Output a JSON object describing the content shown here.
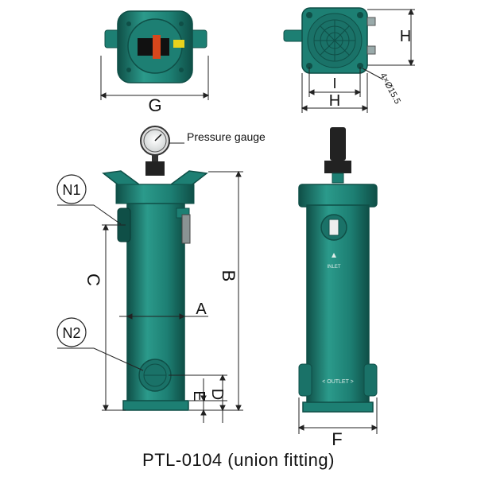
{
  "caption": "PTL-0104 (union fitting)",
  "callouts": {
    "pressure_gauge": "Pressure gauge",
    "n1": "N1",
    "n2": "N2"
  },
  "dimensions": {
    "a": "A",
    "b": "B",
    "c": "C",
    "d": "D",
    "e": "E",
    "f": "F",
    "g": "G",
    "h_top": "H",
    "h_bottom": "H",
    "i": "I",
    "holes": "4×Ø15.5"
  },
  "body_labels": {
    "inlet": "INLET",
    "outlet": "< OUTLET >"
  },
  "colors": {
    "body": "#1d7f73",
    "body_dark": "#0f4f47",
    "body_light": "#2b9a8b",
    "line": "#222222",
    "accent": "#e8d21c"
  }
}
